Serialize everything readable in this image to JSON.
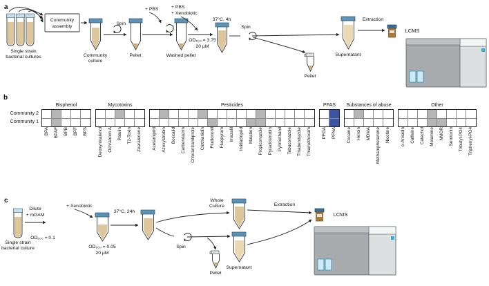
{
  "panel_a": {
    "letter": "a",
    "single_strains_line1": "Single strain",
    "single_strains_line2": "bacterial cultures",
    "community_assembly_line1": "Community",
    "community_assembly_line2": "assembly",
    "community_culture_line1": "Community",
    "community_culture_line2": "culture",
    "spin1": "Spin",
    "pellet1": "Pellet",
    "pbs": "+ PBS",
    "pbs2": "+ PBS",
    "xenobiotic": "+ Xenobiotic",
    "washed_pellet": "Washed pellet",
    "incubation": "37°C, 4h",
    "od": "OD₆₀₀ = 3.75",
    "conc": "20 μM",
    "spin2": "Spin",
    "pellet2": "Pellet",
    "supernatant": "Supernatant",
    "extraction": "Extraction",
    "lcms": "LCMS"
  },
  "panel_b": {
    "letter": "b",
    "row_labels": [
      "Community 2",
      "Community 1"
    ],
    "colors": {
      "hit": "#b5b5b5",
      "pfas": "#3a53a4",
      "none": "#ffffff"
    },
    "groups": [
      {
        "name": "Bisphenol",
        "compounds": [
          "BPA",
          "BPAF",
          "BPB",
          "BPF",
          "BPS"
        ]
      },
      {
        "name": "Mycotoxins",
        "compounds": [
          "Deoxynivalenol",
          "Ochratoxin A",
          "Patulin",
          "T2-Toxin",
          "Zearalenone"
        ]
      },
      {
        "name": "Pesticides",
        "compounds": [
          "Acetamiprid",
          "Azoxystrobin",
          "Boscalid",
          "Carbendazim",
          "Chlorantraniliprole",
          "Clothianidin",
          "Fludioxonil",
          "Fluopyram",
          "Imazalil",
          "Imidacloprid",
          "Malation",
          "Propiconazole",
          "Pyraclostrobin",
          "Pyrimethanil",
          "Tebuconazole",
          "Thiabendazole",
          "Thiamethoxam"
        ]
      },
      {
        "name": "PFAS",
        "compounds": [
          "PFOA",
          "PFNA"
        ]
      },
      {
        "name": "Substances of abuse",
        "compounds": [
          "Cocaine",
          "Heroin",
          "MDMA",
          "Methamphetamine",
          "Nicotine"
        ]
      },
      {
        "name": "Other",
        "compounds": [
          "o-Anisidin",
          "Caffeine",
          "Catechol",
          "Melamine",
          "NMOR",
          "Serotonin",
          "Tributyl-PO4",
          "Triphenyl-PO4"
        ]
      }
    ],
    "states": {
      "community_2": [
        0,
        1,
        0,
        0,
        0,
        0,
        0,
        1,
        0,
        0,
        0,
        1,
        0,
        0,
        0,
        1,
        0,
        0,
        0,
        0,
        0,
        1,
        0,
        0,
        0,
        0,
        0,
        0,
        2,
        0,
        1,
        0,
        0,
        0,
        0,
        0,
        0,
        1,
        0,
        0,
        0,
        0
      ],
      "community_1": [
        0,
        1,
        0,
        0,
        0,
        0,
        0,
        0,
        0,
        0,
        0,
        0,
        0,
        0,
        0,
        0,
        1,
        0,
        0,
        0,
        1,
        1,
        0,
        0,
        0,
        0,
        0,
        0,
        2,
        0,
        0,
        0,
        0,
        0,
        0,
        0,
        0,
        1,
        1,
        0,
        0,
        0
      ]
    }
  },
  "panel_c": {
    "letter": "c",
    "start_tube_line1": "Single strain",
    "start_tube_line2": "bacterial culture",
    "dilute": "Dilute",
    "mgam": "+ mGAM",
    "od1": "OD₆₀₀ = 0.1",
    "xenobiotic": "+ Xenobiotic",
    "od2": "OD₆₀₀ = 0.05",
    "conc": "20 μM",
    "incubation": "37°C, 24h",
    "whole_culture_line1": "Whole",
    "whole_culture_line2": "Culture",
    "spin": "Spin",
    "supernatant": "Supernatant",
    "pellet": "Pellet",
    "extraction": "Extraction",
    "lcms": "LCMS"
  }
}
